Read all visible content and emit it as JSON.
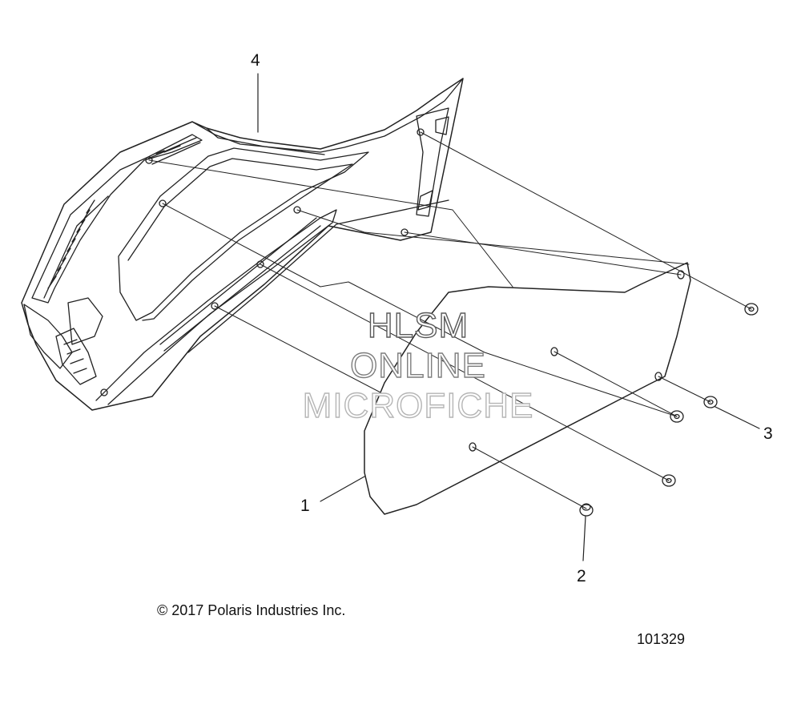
{
  "diagram": {
    "callouts": [
      {
        "id": "1",
        "label": "1"
      },
      {
        "id": "2",
        "label": "2"
      },
      {
        "id": "3",
        "label": "3"
      },
      {
        "id": "4",
        "label": "4"
      }
    ],
    "parts": [
      "side-panel",
      "panel-cover",
      "push-rivet",
      "push-nut",
      "push-nut",
      "push-nut"
    ]
  },
  "watermark": {
    "line1": "HLSM",
    "line2": "ONLINE",
    "line3": "MICROFICHE",
    "color_line1": "#5a5a5a",
    "color_line2": "#7d7d7d",
    "color_line3": "#b5b5b5"
  },
  "copyright": "© 2017 Polaris Industries Inc.",
  "figure_number": "101329"
}
